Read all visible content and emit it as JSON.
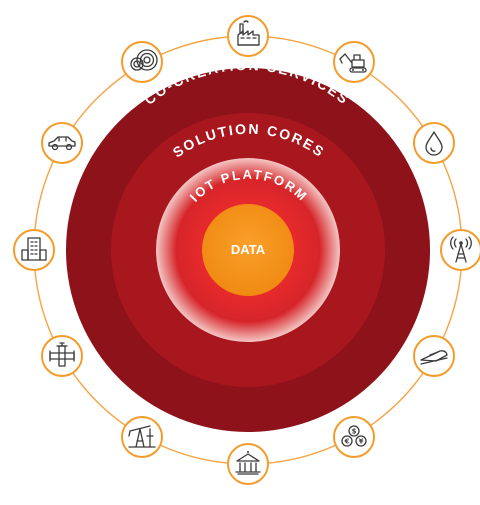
{
  "rings": {
    "outer_label": "CO-CREATION SERVICES",
    "middle_label": "SOLUTION CORES",
    "inner_label": "IOT PLATFORM",
    "core_label": "DATA"
  },
  "colors": {
    "outer_ring": "#8e1219",
    "middle_ring": "#a8171e",
    "inner_glow": "#e02a2c",
    "core": "#f7941d",
    "orbit": "#f5a443"
  },
  "icons": [
    "factory-icon",
    "excavator-icon",
    "oil-drop-icon",
    "antenna-tower-icon",
    "train-icon",
    "currency-icon",
    "government-building-icon",
    "oil-pump-icon",
    "pipeline-icon",
    "office-building-icon",
    "car-icon",
    "wind-turbine-icon"
  ]
}
